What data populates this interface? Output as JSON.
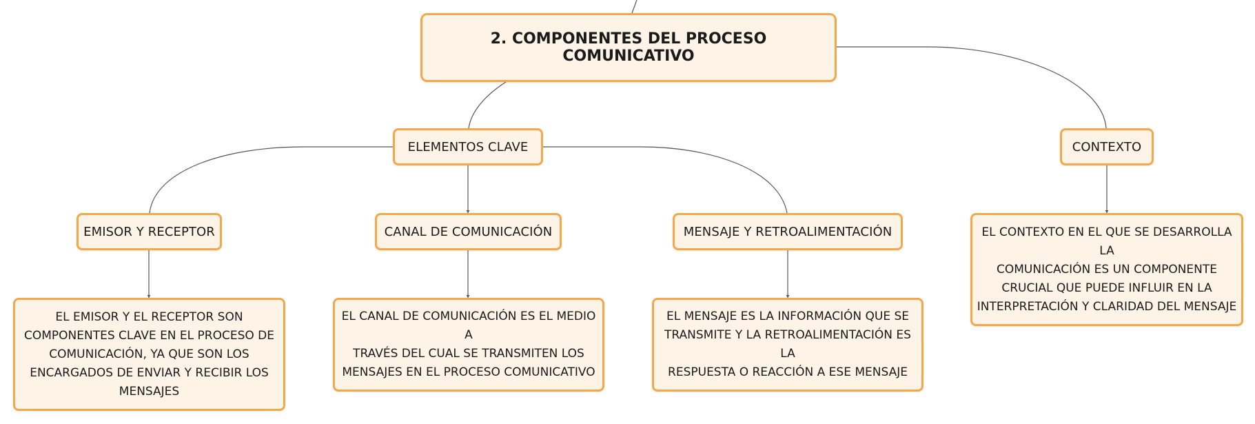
{
  "root": {
    "title": "2. COMPONENTES DEL PROCESO COMUNICATIVO"
  },
  "branches": {
    "elementos_clave": "ELEMENTOS CLAVE",
    "contexto": "CONTEXTO"
  },
  "subtopics": {
    "emisor": "EMISOR Y RECEPTOR",
    "canal": "CANAL DE COMUNICACIÓN",
    "mensaje": "MENSAJE Y RETROALIMENTACIÓN"
  },
  "descriptions": {
    "emisor": [
      "EL EMISOR Y EL RECEPTOR SON",
      "COMPONENTES CLAVE EN EL PROCESO DE",
      "COMUNICACIÓN, YA QUE SON LOS",
      "ENCARGADOS DE ENVIAR Y RECIBIR LOS",
      "MENSAJES"
    ],
    "canal": [
      "EL CANAL DE COMUNICACIÓN ES EL MEDIO A",
      "TRAVÉS DEL CUAL SE TRANSMITEN LOS",
      "MENSAJES EN EL PROCESO COMUNICATIVO"
    ],
    "mensaje": [
      "EL MENSAJE ES LA INFORMACIÓN QUE SE",
      "TRANSMITE Y LA RETROALIMENTACIÓN ES LA",
      "RESPUESTA O REACCIÓN A ESE MENSAJE"
    ],
    "contexto": [
      "EL CONTEXTO EN EL QUE SE DESARROLLA LA",
      "COMUNICACIÓN ES UN COMPONENTE",
      "CRUCIAL QUE PUEDE INFLUIR EN LA",
      "INTERPRETACIÓN Y CLARIDAD DEL MENSAJE"
    ]
  },
  "colors": {
    "node_fill": "#fdf3e7",
    "node_border": "#f3a84c",
    "connector": "#555555",
    "text": "#1a1a1a"
  }
}
